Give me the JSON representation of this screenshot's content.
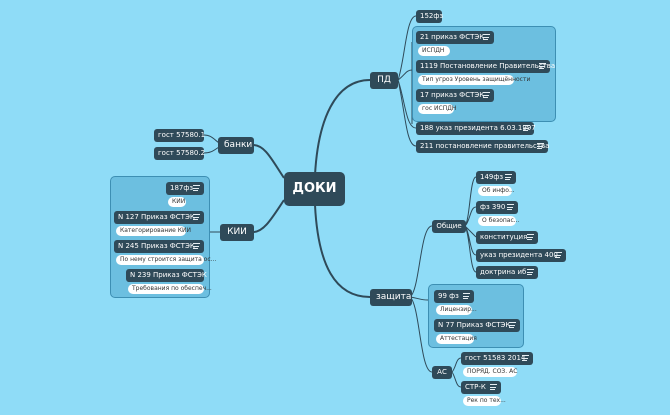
{
  "center": {
    "label": "ДОКИ"
  },
  "pd": {
    "label": "ПД",
    "items": {
      "fz152": "152фз",
      "prikaz21": "21 приказ ФСТЭК",
      "prikaz21_note": "ИСПДН",
      "post1119": "1119 Постановление Правительства",
      "post1119_note": "Тип угроз Уровень защищённости",
      "prikaz17": "17 приказ ФСТЭК",
      "prikaz17_note": "гос ИСПДН",
      "ukaz188": "188 указ президента 6.03.1997",
      "post211": "211 постановление правительства"
    }
  },
  "banki": {
    "label": "банки",
    "items": {
      "gost1": "гост 57580.1",
      "gost2": "гост 57580.2"
    }
  },
  "kii": {
    "label": "КИИ",
    "items": {
      "fz187": "187фз",
      "fz187_note": "КИИ",
      "prikaz127": "N 127 Приказ ФСТЭК",
      "prikaz127_note": "Категорирование КИИ",
      "prikaz245": "N 245 Приказ ФСТЭК",
      "prikaz245_note": "По нему строится защита ос...",
      "prikaz239": "N 239 Приказ ФСТЭК",
      "prikaz239_note": "Требования по обеспеч..."
    }
  },
  "zashita": {
    "label": "защита",
    "obshie": {
      "label": "Общие",
      "fz149": "149фз",
      "fz149_note": "Об инфо...",
      "fz390": "фз 390",
      "fz390_note": "О безопас...",
      "konst": "конституция",
      "ukaz400": "указ президента 400",
      "doktrina": "доктрина иб"
    },
    "fz99": "99 фз",
    "fz99_note": "Лицензир...",
    "prikaz77": "N 77 Приказ ФСТЭК",
    "prikaz77_note": "Аттестация",
    "as": {
      "label": "АС",
      "gost51583": "гост 51583 2014",
      "gost51583_note": "ПОРЯД. СОЗ. АС",
      "strk": "СТР-К",
      "strk_note": "Рек по тех..."
    }
  }
}
